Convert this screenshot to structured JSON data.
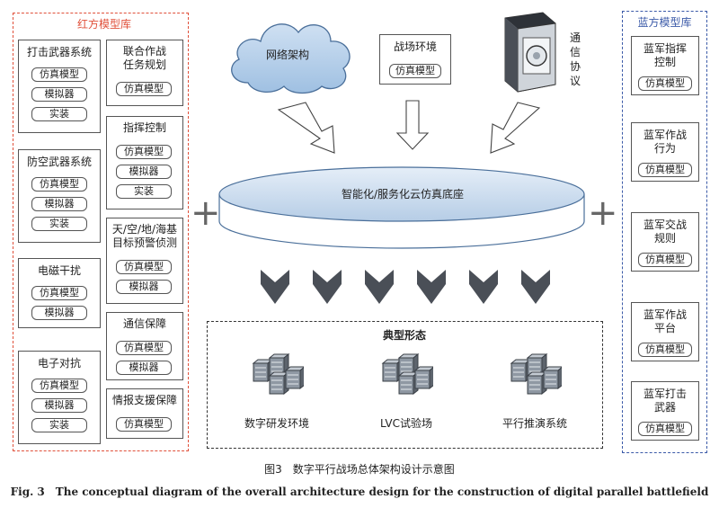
{
  "red_library": {
    "title": "红方模型库",
    "left_groups": [
      {
        "label": "打击武器系统",
        "items": [
          "仿真模型",
          "模拟器",
          "实装"
        ]
      },
      {
        "label": "防空武器系统",
        "items": [
          "仿真模型",
          "模拟器",
          "实装"
        ]
      },
      {
        "label": "电磁干扰",
        "items": [
          "仿真模型",
          "模拟器"
        ]
      },
      {
        "label": "电子对抗",
        "items": [
          "仿真模型",
          "模拟器",
          "实装"
        ]
      }
    ],
    "right_groups": [
      {
        "label_lines": [
          "联合作战",
          "任务规划"
        ],
        "items": [
          "仿真模型"
        ]
      },
      {
        "label_lines": [
          "指挥控制"
        ],
        "items": [
          "仿真模型",
          "模拟器",
          "实装"
        ]
      },
      {
        "label_lines": [
          "天/空/地/海基",
          "目标预警侦测"
        ],
        "items": [
          "仿真模型",
          "模拟器"
        ]
      },
      {
        "label_lines": [
          "通信保障"
        ],
        "items": [
          "仿真模型",
          "模拟器"
        ]
      },
      {
        "label_lines": [
          "情报支援保障"
        ],
        "items": [
          "仿真模型"
        ]
      }
    ]
  },
  "blue_library": {
    "title": "蓝方模型库",
    "groups": [
      {
        "label_lines": [
          "蓝军指挥",
          "控制"
        ],
        "items": [
          "仿真模型"
        ]
      },
      {
        "label_lines": [
          "蓝军作战",
          "行为"
        ],
        "items": [
          "仿真模型"
        ]
      },
      {
        "label_lines": [
          "蓝军交战",
          "规则"
        ],
        "items": [
          "仿真模型"
        ]
      },
      {
        "label_lines": [
          "蓝军作战",
          "平台"
        ],
        "items": [
          "仿真模型"
        ]
      },
      {
        "label_lines": [
          "蓝军打击",
          "武器"
        ],
        "items": [
          "仿真模型"
        ]
      }
    ]
  },
  "top": {
    "network": "网络架构",
    "environment": "战场环境",
    "environment_item": "仿真模型",
    "protocol_lines": [
      "通",
      "信",
      "协",
      "议"
    ]
  },
  "platform": "智能化/服务化云仿真底座",
  "typical_forms": {
    "title": "典型形态",
    "items": [
      "数字研发环境",
      "LVC试验场",
      "平行推演系统"
    ]
  },
  "caption": {
    "cn": "图3　数字平行战场总体架构设计示意图",
    "en": "Fig. 3　The conceptual diagram of the overall architecture design for the construction of digital parallel battlefield"
  },
  "colors": {
    "red": "#e0503a",
    "blue": "#3b5aa8",
    "platform_fill": "#c9dbef"
  }
}
